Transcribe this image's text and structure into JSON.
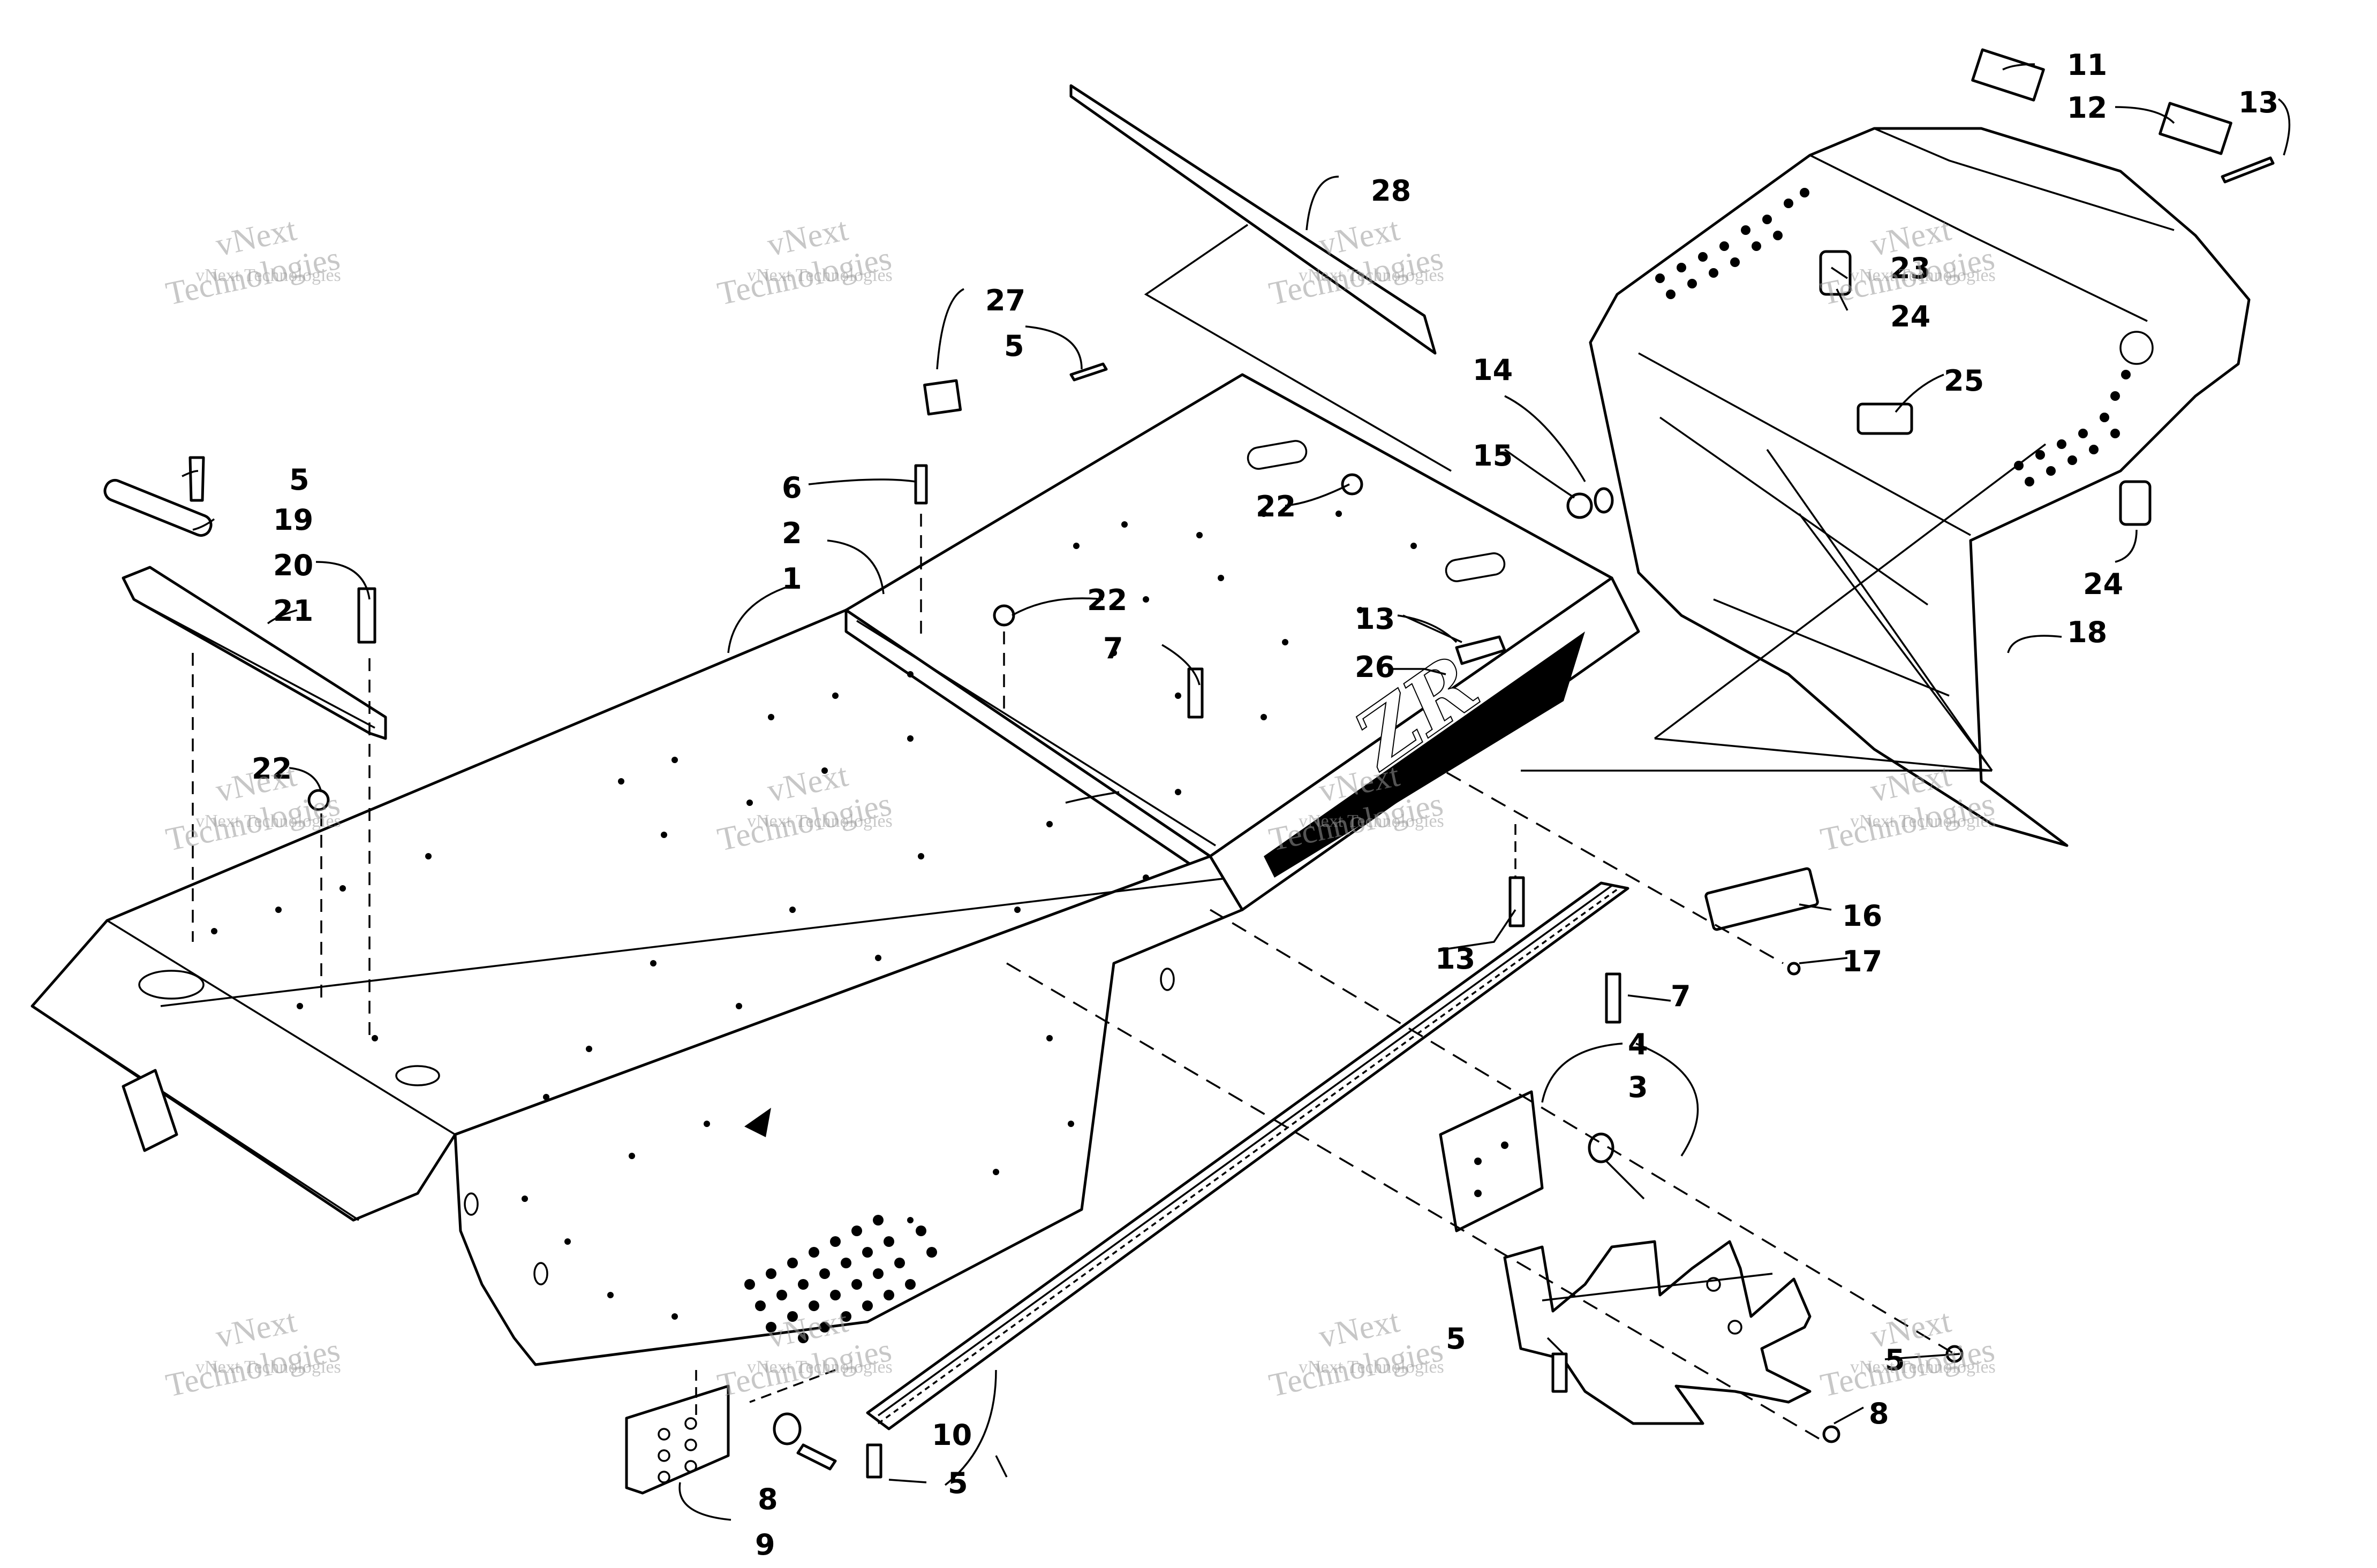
{
  "watermark": {
    "line1": "vNext",
    "line2": "Technologies",
    "line3": "vNext Technologies"
  },
  "decal_text": "ZR",
  "callouts": [
    "1",
    "2",
    "3",
    "4",
    "5",
    "5",
    "5",
    "5",
    "5",
    "5",
    "6",
    "7",
    "7",
    "8",
    "8",
    "9",
    "10",
    "11",
    "12",
    "13",
    "13",
    "13",
    "14",
    "15",
    "16",
    "17",
    "18",
    "19",
    "20",
    "21",
    "22",
    "22",
    "22",
    "23",
    "24",
    "24",
    "25",
    "26",
    "27",
    "28"
  ]
}
